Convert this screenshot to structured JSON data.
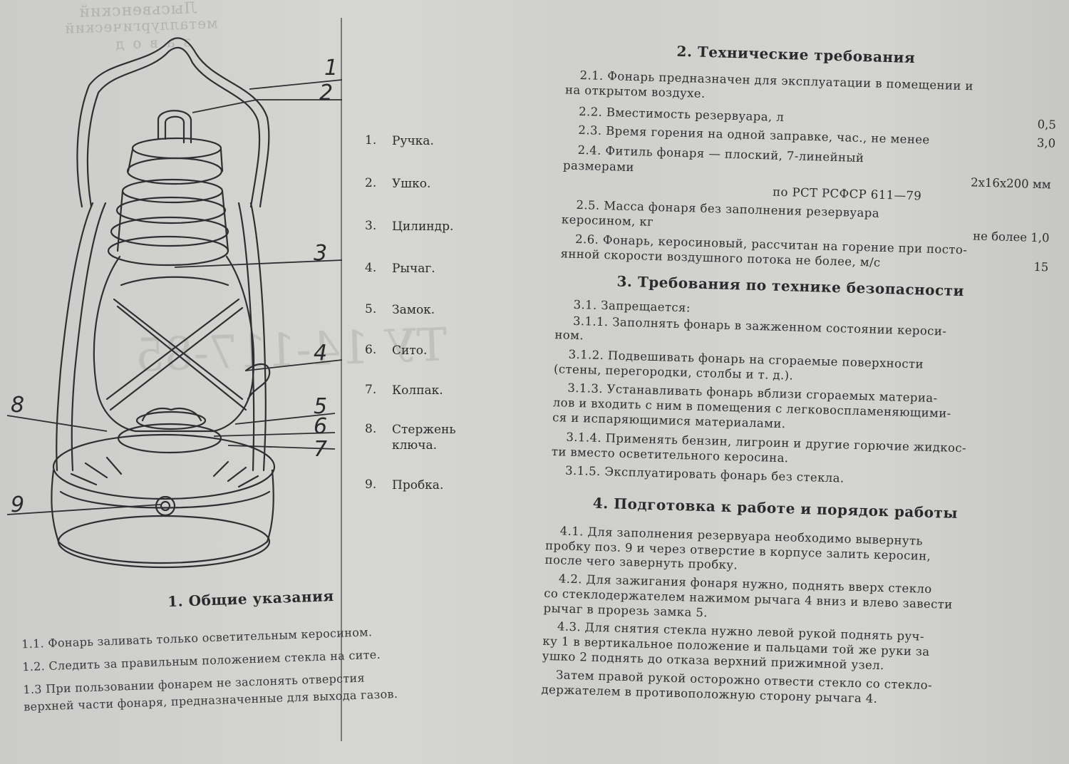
{
  "bleed_through": {
    "line1": "Лысьвенский",
    "line2": "металлургический",
    "line3": "завод",
    "big": "ТУ 14-117-85"
  },
  "legend": [
    {
      "num": "1.",
      "label": "Ручка."
    },
    {
      "num": "2.",
      "label": "Ушко."
    },
    {
      "num": "3.",
      "label": "Цилиндр."
    },
    {
      "num": "4.",
      "label": "Рычаг."
    },
    {
      "num": "5.",
      "label": "Замок."
    },
    {
      "num": "6.",
      "label": "Сито."
    },
    {
      "num": "7.",
      "label": "Колпак."
    },
    {
      "num": "8.",
      "label": "Стержень ключа."
    },
    {
      "num": "9.",
      "label": "Пробка."
    }
  ],
  "callouts": [
    "1",
    "2",
    "3",
    "4",
    "5",
    "6",
    "7",
    "8",
    "9"
  ],
  "section1": {
    "title": "1. Общие указания",
    "lines": [
      "1.1. Фонарь заливать только осветительным керосином.",
      "1.2. Следить за правильным положением стекла на сите.",
      "1.3  При    пользовании    фонарем  не   заслонять  отверстия",
      "верхней части фонаря, предназначенные для выхода газов."
    ]
  },
  "section2": {
    "title": "2. Технические требования",
    "lines": [
      "2.1. Фонарь предназначен для эксплуатации в помещении и",
      "на открытом воздухе.",
      "2.2. Вместимость резервуара, л",
      "2.3. Время горения на одной заправке, час., не менее",
      "2.4. Фитиль фонаря — плоский, 7-линейный",
      "размерами",
      "по  РСТ  РСФСР  611—79",
      "2.5. Масса фонаря без заполнения резервуара",
      "керосином, кг",
      "2.6. Фонарь, керосиновый, рассчитан на горение при посто-",
      "янной скорости воздушного потока не более, м/с"
    ],
    "values": {
      "capacity": "0,5",
      "burn_time": "3,0",
      "wick_size": "2х16х200  мм",
      "mass": "не более 1,0",
      "air_speed": "15"
    }
  },
  "section3": {
    "title": "3. Требования по технике безопасности",
    "lines": [
      "3.1. Запрещается:",
      "3.1.1. Заполнять  фонарь  в   зажженном   состоянии  кероси-",
      "ном.",
      "3.1.2. Подвешивать   фонарь   на   сгораемые   поверхности",
      "(стены, перегородки, столбы и т. д.).",
      "3.1.3. Устанавливать фонарь  вблизи  сгораемых  материа-",
      "лов и входить с ним в помещения с легковоспламеняющими-",
      "ся и испаряющимися материалами.",
      "3.1.4. Применять бензин, лигроин и другие горючие жидкос-",
      "ти вместо осветительного керосина.",
      "3.1.5. Эксплуатировать фонарь без стекла."
    ]
  },
  "section4": {
    "title": "4. Подготовка к работе и порядок работы",
    "lines": [
      "4.1. Для   заполнения   резервуара   необходимо  вывернуть",
      "пробку поз. 9 и через отверстие в  корпусе  залить керосин,",
      "после чего завернуть пробку.",
      "4.2. Для зажигания фонаря нужно,  поднять вверх стекло",
      "со стеклодержателем нажимом рычага 4 вниз и влево завести",
      "рычаг в прорезь замка 5.",
      "4.3. Для снятия стекла  нужно левой рукой поднять руч-",
      "ку 1 в вертикальное положение и  пальцами той же руки за",
      "ушко 2 поднять до отказа верхний прижимной узел.",
      "Затем  правой рукой осторожно отвести стекло со стекло-",
      "держателем в противоположную сторону рычага 4."
    ]
  }
}
